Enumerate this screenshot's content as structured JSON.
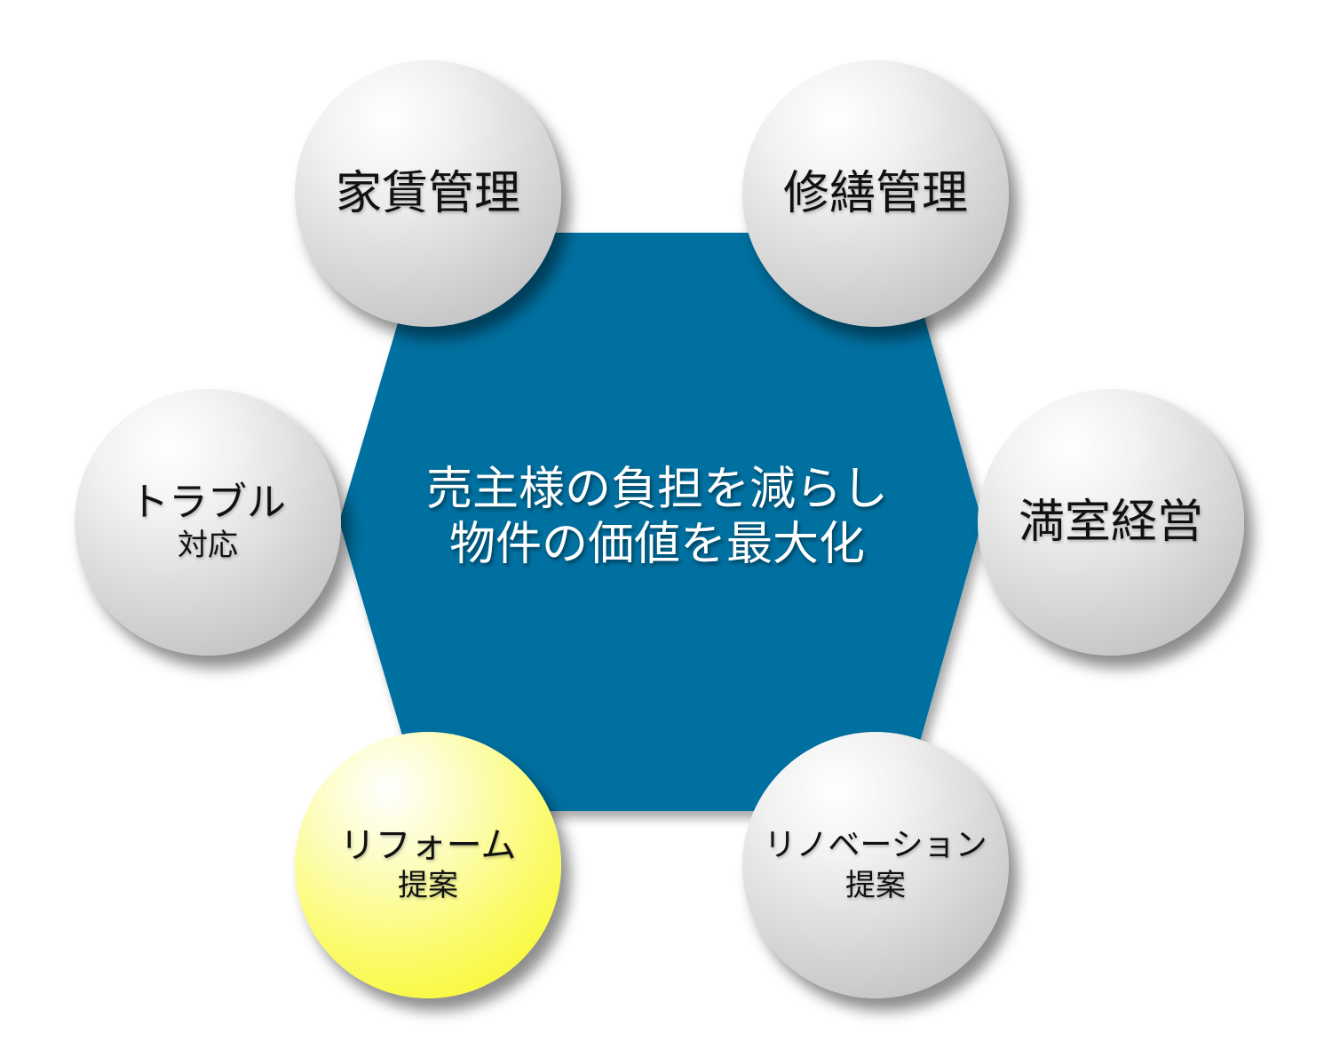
{
  "diagram": {
    "colors": {
      "hexagon": "#0170a0",
      "circle_gray": "#d6d6d6",
      "circle_highlight": "#fbfb6e",
      "center_text": "#ffffff",
      "circle_text": "#111111"
    },
    "center": {
      "line1": "売主様の負担を減らし",
      "line2": "物件の価値を最大化"
    },
    "services": {
      "rent": {
        "label": "家賃管理"
      },
      "repair": {
        "label": "修繕管理"
      },
      "trouble": {
        "line1": "トラブル",
        "line2": "対応"
      },
      "full": {
        "label": "満室経営"
      },
      "reform": {
        "line1": "リフォーム",
        "line2": "提案",
        "highlighted": true
      },
      "renovation": {
        "line1": "リノベーション",
        "line2": "提案"
      }
    }
  }
}
